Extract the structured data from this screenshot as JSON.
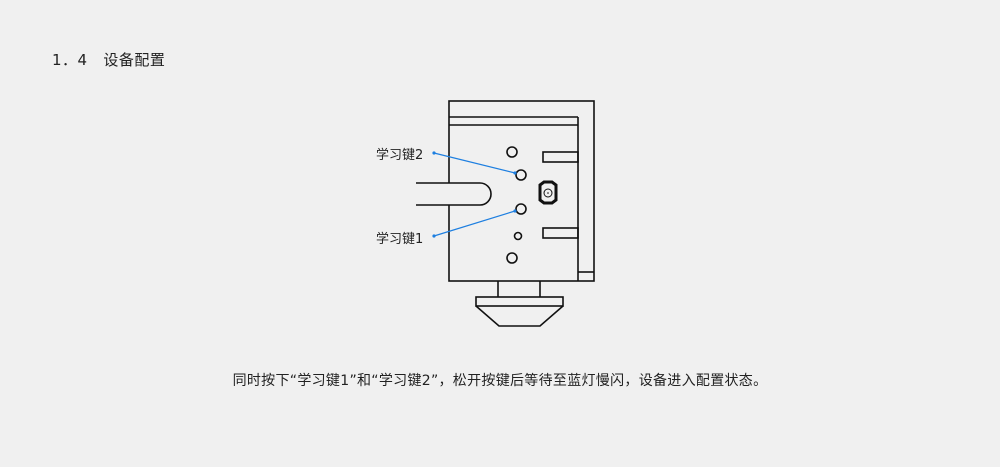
{
  "section": {
    "title": "1．4   设备配置"
  },
  "diagram": {
    "label_key2": "学习键2",
    "label_key1": "学习键1",
    "callout_color": "#1e7fe0"
  },
  "caption": "同时按下“学习键1”和“学习键2”，松开按键后等待至蓝灯慢闪，设备进入配置状态。"
}
